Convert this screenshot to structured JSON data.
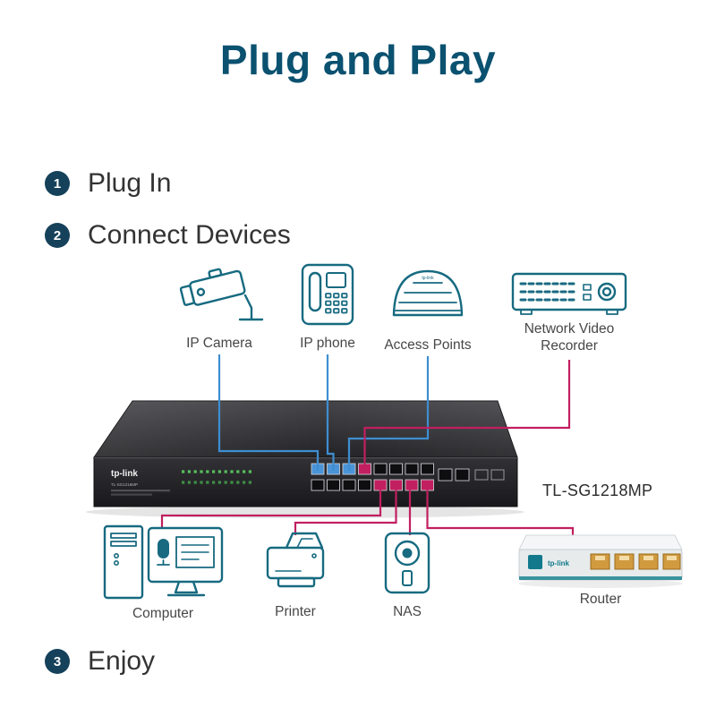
{
  "title": "Plug and Play",
  "brand": "tp-link",
  "steps": [
    {
      "number": "1",
      "label": "Plug In"
    },
    {
      "number": "2",
      "label": "Connect Devices"
    },
    {
      "number": "3",
      "label": "Enjoy"
    }
  ],
  "devices": {
    "top": [
      {
        "name": "IP Camera"
      },
      {
        "name": "IP phone"
      },
      {
        "name": "Access Points"
      },
      {
        "name": "Network Video Recorder"
      }
    ],
    "bottom": [
      {
        "name": "Computer"
      },
      {
        "name": "Printer"
      },
      {
        "name": "NAS"
      },
      {
        "name": "Router"
      }
    ]
  },
  "switch": {
    "model_label": "TL-SG1218MP"
  },
  "colors": {
    "title_text": "#0b5170",
    "step_badge": "#15415a",
    "icon_teal": "#176a80",
    "cable_blue": "#3e8ed0",
    "cable_magenta": "#c11f60",
    "label_text": "#474747",
    "led_green": "#57c05c",
    "port_blue": "#4a94d8",
    "port_magenta": "#c11f60"
  }
}
